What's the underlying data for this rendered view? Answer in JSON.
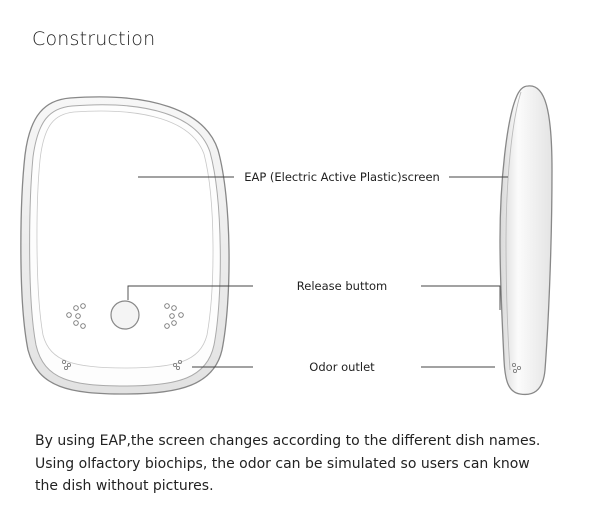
{
  "title": "Construction",
  "labels": {
    "screen": "EAP (Electric Active Plastic)screen",
    "release": "Release buttom",
    "odor": "Odor outlet"
  },
  "description": [
    "By using EAP,the screen changes according to the different dish names.",
    "Using olfactory biochips, the odor can be simulated so users can know",
    "the dish without pictures."
  ]
}
